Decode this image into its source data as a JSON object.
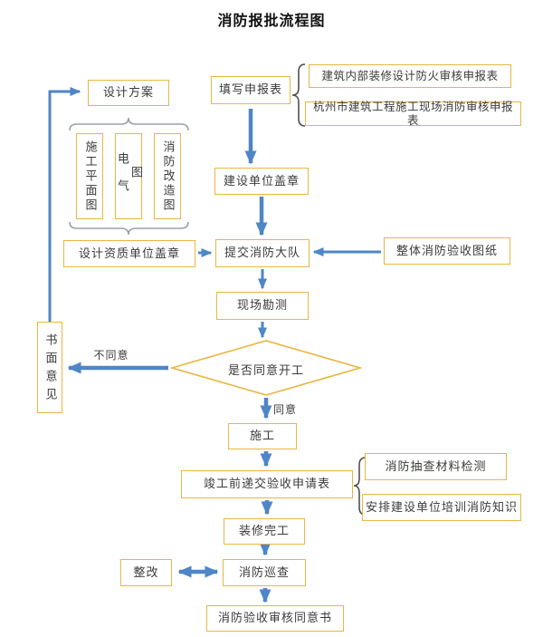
{
  "title": "消防报批流程图",
  "colors": {
    "box_border": "#e9b642",
    "arrow": "#4e86c6",
    "text": "#3b3b3b",
    "brace": "#4f4f4f"
  },
  "nodes": {
    "design_plan": "设计方案",
    "fill_form": "填写申报表",
    "form_interior": "建筑内部装修设计防火审核申报表",
    "form_hangzhou": "杭州市建筑工程施工现场消防审核申报表",
    "construction_plan": "施工平面图",
    "electrical_diagram": "电气图",
    "fire_renovation": "消防改造图",
    "design_unit_stamp": "设计资质单位盖章",
    "builder_stamp": "建设单位盖章",
    "submit_brigade": "提交消防大队",
    "overall_drawings": "整体消防验收图纸",
    "site_survey": "现场勘测",
    "approve_decision": "是否同意开工",
    "written_opinion": "书面意见",
    "construction": "施工",
    "submit_acceptance": "竣工前递交验收申请表",
    "material_testing": "消防抽查材料检测",
    "training": "安排建设单位培训消防知识",
    "decoration_done": "装修完工",
    "rectification": "整改",
    "fire_patrol": "消防巡查",
    "approval_letter": "消防验收审核同意书"
  },
  "edge_labels": {
    "disagree": "不同意",
    "agree": "同意"
  }
}
